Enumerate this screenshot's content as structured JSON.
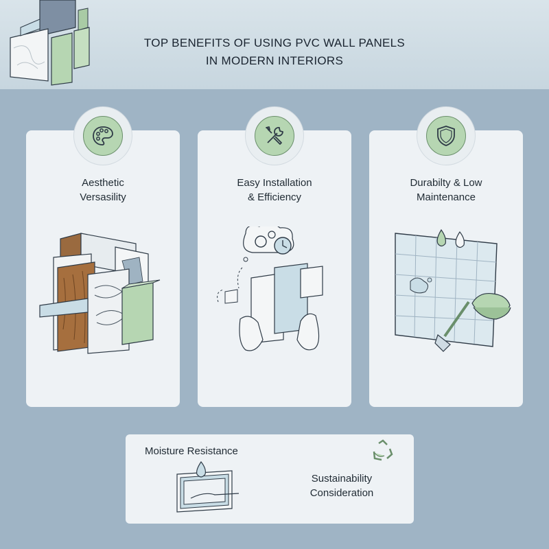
{
  "header": {
    "title_line1": "TOP BENEFITS OF USING PVC WALL PANELS",
    "title_line2": "IN MODERN INTERIORS"
  },
  "cards": [
    {
      "label_line1": "Aesthetic",
      "label_line2": "Versasility",
      "icon": "palette-icon"
    },
    {
      "label_line1": "Easy Installation",
      "label_line2": "& Efficiency",
      "icon": "wrench-screwdriver-icon"
    },
    {
      "label_line1": "Durabilty & Low",
      "label_line2": "Maintenance",
      "icon": "shield-icon"
    }
  ],
  "bottom": {
    "moisture_label": "Moisture Resistance",
    "sustainability_line1": "Sustainability",
    "sustainability_line2": "Consideration"
  },
  "colors": {
    "background": "#9fb4c5",
    "header": "#d9e4ea",
    "card": "#eef2f5",
    "accent_green": "#b6d6b2",
    "accent_blue": "#c9dde6",
    "wood": "#9a6a3f"
  }
}
